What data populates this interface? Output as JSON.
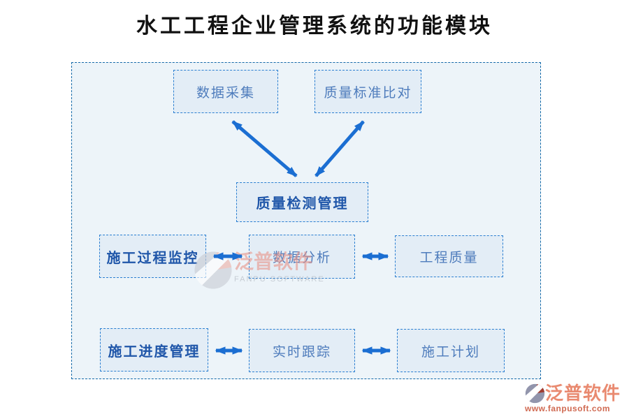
{
  "title": "水工工程企业管理系统的功能模块",
  "diagram": {
    "nodes": [
      {
        "id": "data-collection",
        "label": "数据采集",
        "emphasis": false
      },
      {
        "id": "quality-standard-comparison",
        "label": "质量标准比对",
        "emphasis": false
      },
      {
        "id": "quality-inspection-management",
        "label": "质量检测管理",
        "emphasis": true
      },
      {
        "id": "construction-process-monitoring",
        "label": "施工过程监控",
        "emphasis": true
      },
      {
        "id": "data-analysis",
        "label": "数据分析",
        "emphasis": false
      },
      {
        "id": "engineering-quality",
        "label": "工程质量",
        "emphasis": false
      },
      {
        "id": "construction-progress-management",
        "label": "施工进度管理",
        "emphasis": true
      },
      {
        "id": "real-time-tracking",
        "label": "实时跟踪",
        "emphasis": false
      },
      {
        "id": "construction-plan",
        "label": "施工计划",
        "emphasis": false
      }
    ],
    "edges": [
      {
        "from": "数据采集",
        "to": "质量检测管理",
        "style": "bidirectional"
      },
      {
        "from": "质量标准比对",
        "to": "质量检测管理",
        "style": "bidirectional"
      },
      {
        "from": "施工过程监控",
        "to": "数据分析",
        "style": "bidirectional"
      },
      {
        "from": "数据分析",
        "to": "工程质量",
        "style": "bidirectional"
      },
      {
        "from": "施工进度管理",
        "to": "实时跟踪",
        "style": "bidirectional"
      },
      {
        "from": "实时跟踪",
        "to": "施工计划",
        "style": "bidirectional"
      }
    ]
  },
  "watermark": {
    "brand": "泛普软件",
    "brand_en": "FANPU SOFTWARE"
  },
  "footer": {
    "brand": "泛普软件",
    "url": "www.fanpusoft.com"
  },
  "colors": {
    "arrow": "#1b6ed2",
    "node_border": "#2b7fd1",
    "node_fill": "#e3edf6",
    "node_text": "#4e7cbc",
    "node_text_emphasis": "#1f56a9",
    "container_border": "#1268a8",
    "container_fill": "#edf4f9",
    "title_text": "#111111",
    "brand_salmon": "#e98a70",
    "brand_url": "#d06a52"
  }
}
